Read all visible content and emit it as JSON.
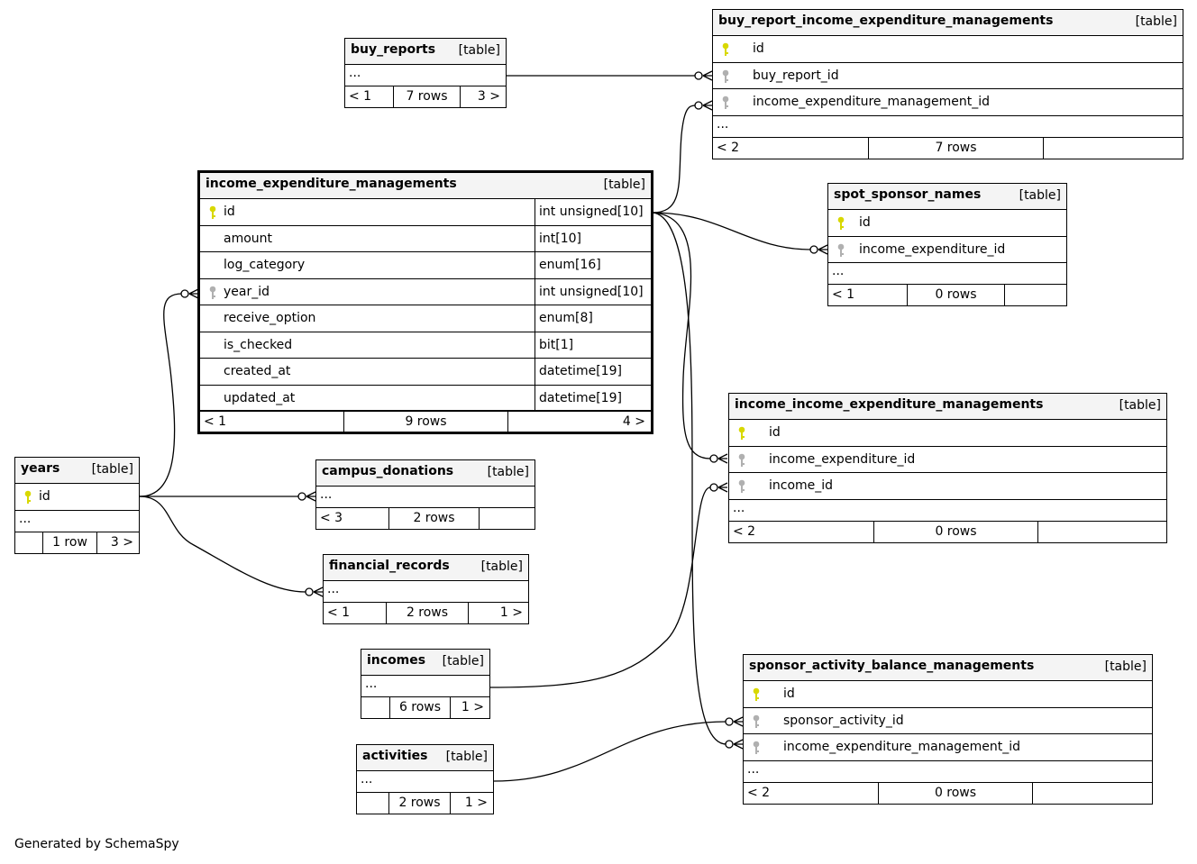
{
  "diagram": {
    "credit": "Generated by SchemaSpy",
    "tag": "[table]",
    "ellipsis": "..."
  },
  "colors": {
    "primary_key": "#d8d800",
    "foreign_key": "#b0b0b0",
    "header_bg": "#f4f4f4"
  },
  "tables": {
    "buy_reports": {
      "name": "buy_reports",
      "footer": [
        "< 1",
        "7 rows",
        "3 >"
      ]
    },
    "bri": {
      "name": "buy_report_income_expenditure_managements",
      "columns": [
        "id",
        "buy_report_id",
        "income_expenditure_management_id"
      ],
      "footer": [
        "< 2",
        "7 rows",
        ""
      ]
    },
    "iem": {
      "name": "income_expenditure_managements",
      "columns": [
        {
          "name": "id",
          "type": "int unsigned[10]"
        },
        {
          "name": "amount",
          "type": "int[10]"
        },
        {
          "name": "log_category",
          "type": "enum[16]"
        },
        {
          "name": "year_id",
          "type": "int unsigned[10]"
        },
        {
          "name": "receive_option",
          "type": "enum[8]"
        },
        {
          "name": "is_checked",
          "type": "bit[1]"
        },
        {
          "name": "created_at",
          "type": "datetime[19]"
        },
        {
          "name": "updated_at",
          "type": "datetime[19]"
        }
      ],
      "footer": [
        "< 1",
        "9 rows",
        "4 >"
      ]
    },
    "ssn": {
      "name": "spot_sponsor_names",
      "columns": [
        "id",
        "income_expenditure_id"
      ],
      "footer": [
        "< 1",
        "0 rows",
        ""
      ]
    },
    "iiem": {
      "name": "income_income_expenditure_managements",
      "columns": [
        "id",
        "income_expenditure_id",
        "income_id"
      ],
      "footer": [
        "< 2",
        "0 rows",
        ""
      ]
    },
    "years": {
      "name": "years",
      "columns": [
        "id"
      ],
      "footer": [
        "",
        "1 row",
        "3 >"
      ]
    },
    "campus_donations": {
      "name": "campus_donations",
      "footer": [
        "< 3",
        "2 rows",
        ""
      ]
    },
    "financial_records": {
      "name": "financial_records",
      "footer": [
        "< 1",
        "2 rows",
        "1 >"
      ]
    },
    "incomes": {
      "name": "incomes",
      "footer": [
        "",
        "6 rows",
        "1 >"
      ]
    },
    "activities": {
      "name": "activities",
      "footer": [
        "",
        "2 rows",
        "1 >"
      ]
    },
    "sabm": {
      "name": "sponsor_activity_balance_managements",
      "columns": [
        "id",
        "sponsor_activity_id",
        "income_expenditure_management_id"
      ],
      "footer": [
        "< 2",
        "0 rows",
        ""
      ]
    }
  },
  "relationships": [
    {
      "from": "buy_reports",
      "to": "buy_report_income_expenditure_managements.buy_report_id"
    },
    {
      "from": "income_expenditure_managements.id",
      "to": "buy_report_income_expenditure_managements.income_expenditure_management_id"
    },
    {
      "from": "income_expenditure_managements.id",
      "to": "spot_sponsor_names.income_expenditure_id"
    },
    {
      "from": "income_expenditure_managements.id",
      "to": "income_income_expenditure_managements.income_expenditure_id"
    },
    {
      "from": "income_expenditure_managements.id",
      "to": "sponsor_activity_balance_managements.income_expenditure_management_id"
    },
    {
      "from": "years.id",
      "to": "income_expenditure_managements.year_id"
    },
    {
      "from": "years.id",
      "to": "campus_donations"
    },
    {
      "from": "years.id",
      "to": "financial_records"
    },
    {
      "from": "incomes",
      "to": "income_income_expenditure_managements.income_id"
    },
    {
      "from": "activities",
      "to": "sponsor_activity_balance_managements.sponsor_activity_id"
    }
  ]
}
